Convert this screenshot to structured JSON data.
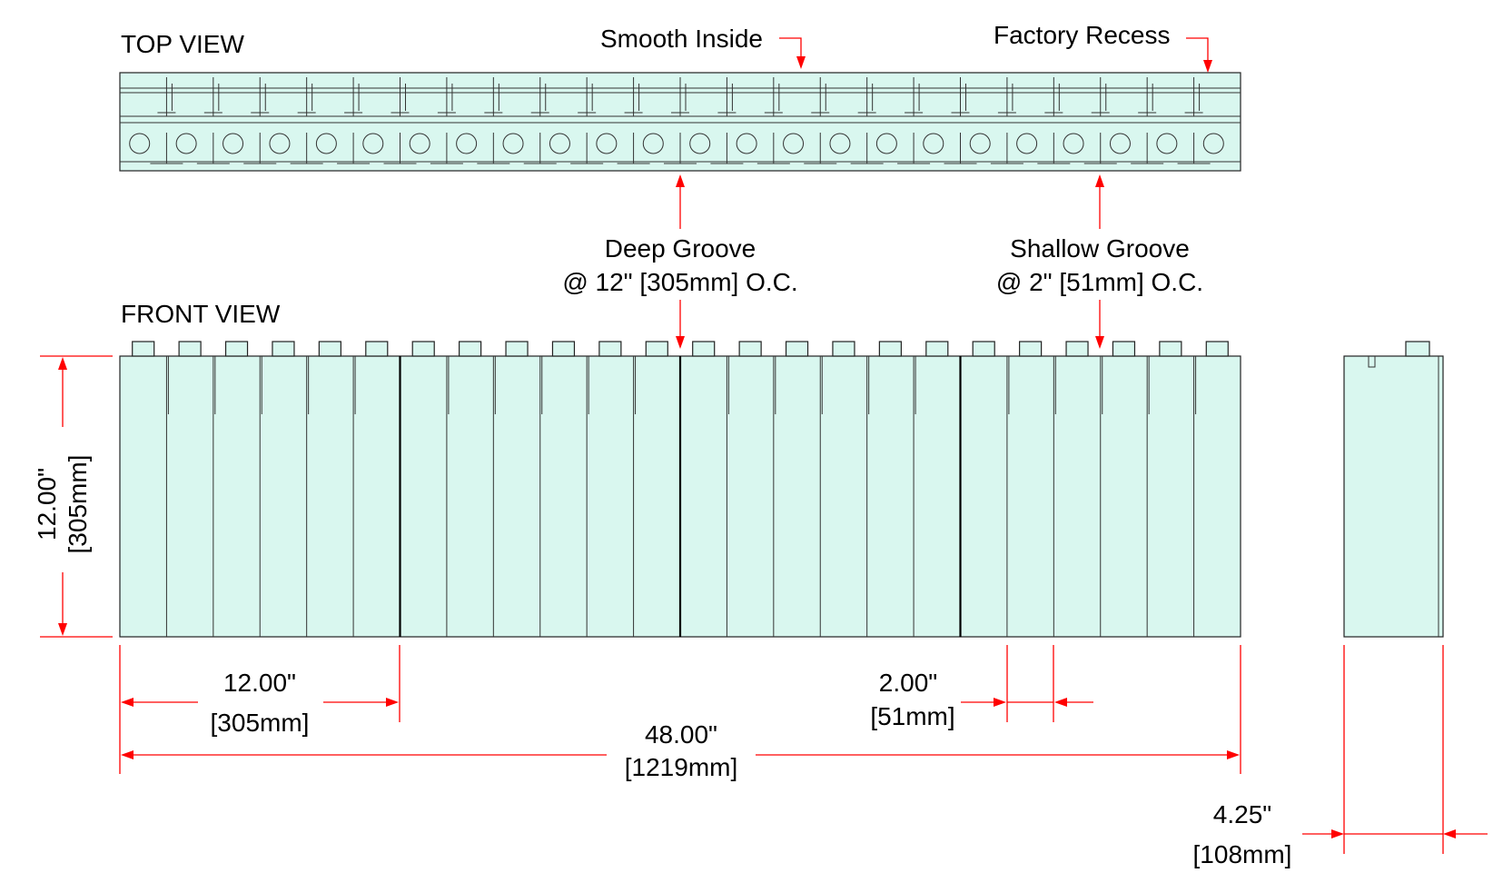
{
  "views": {
    "top": "TOP VIEW",
    "front": "FRONT VIEW"
  },
  "callouts": {
    "smooth_inside": "Smooth Inside",
    "factory_recess": "Factory Recess",
    "deep_groove": [
      "Deep Groove",
      "@ 12\" [305mm] O.C."
    ],
    "shallow_groove": [
      "Shallow Groove",
      "@ 2\" [51mm] O.C."
    ]
  },
  "dimensions": {
    "height": [
      "12.00\"",
      "[305mm]"
    ],
    "deep_spacing": [
      "12.00\"",
      "[305mm]"
    ],
    "shallow_spacing": [
      "2.00\"",
      "[51mm]"
    ],
    "length": [
      "48.00\"",
      "[1219mm]"
    ],
    "depth": [
      "4.25\"",
      "[108mm]"
    ]
  },
  "colors": {
    "panel_fill": "#d9f7ef",
    "dimension_lines": "#ff0000",
    "outline": "#222222"
  }
}
